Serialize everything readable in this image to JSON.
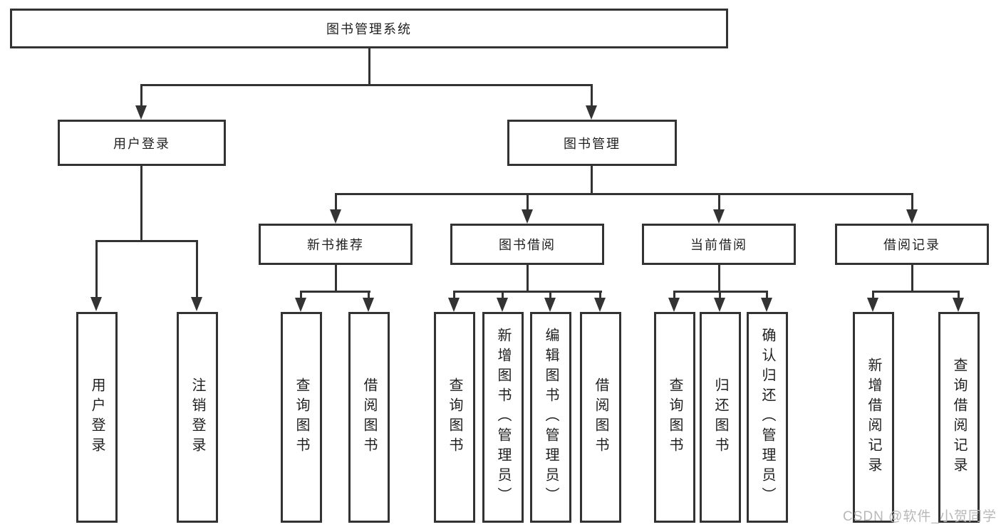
{
  "diagram": {
    "type": "hierarchy-tree",
    "root": {
      "label": "图书管理系统",
      "children": [
        {
          "label": "用户登录",
          "children": [
            {
              "label": "用户登录"
            },
            {
              "label": "注销登录"
            }
          ]
        },
        {
          "label": "图书管理",
          "children": [
            {
              "label": "新书推荐",
              "children": [
                {
                  "label": "查询图书"
                },
                {
                  "label": "借阅图书"
                }
              ]
            },
            {
              "label": "图书借阅",
              "children": [
                {
                  "label": "查询图书"
                },
                {
                  "label": "新增图书（管理员）"
                },
                {
                  "label": "编辑图书（管理员）"
                },
                {
                  "label": "借阅图书"
                }
              ]
            },
            {
              "label": "当前借阅",
              "children": [
                {
                  "label": "查询图书"
                },
                {
                  "label": "归还图书"
                },
                {
                  "label": "确认归还（管理员）"
                }
              ]
            },
            {
              "label": "借阅记录",
              "children": [
                {
                  "label": "新增借阅记录"
                },
                {
                  "label": "查询借阅记录"
                }
              ]
            }
          ]
        }
      ]
    }
  },
  "watermark": {
    "text": "CSDN @软件_小贺同学"
  },
  "colors": {
    "line": "#333333",
    "box_background": "#ffffff",
    "text": "#1f1f1f",
    "watermark": "#b8b8b8"
  }
}
